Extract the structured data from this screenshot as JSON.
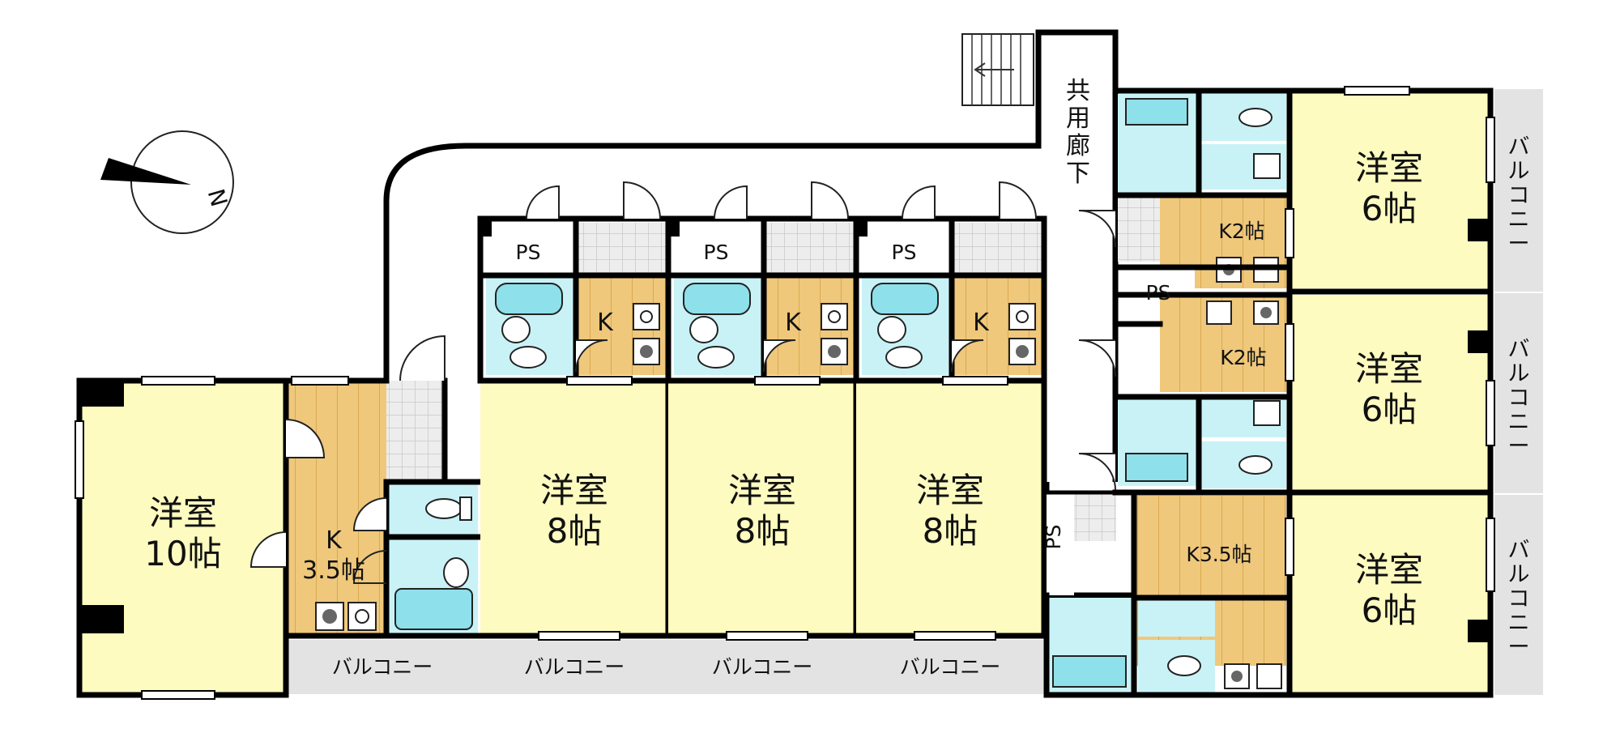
{
  "compass": {
    "label": "N"
  },
  "corridor": {
    "chars": [
      "共",
      "用",
      "廊",
      "下"
    ]
  },
  "rooms": {
    "u1": {
      "l1": "洋室",
      "l2": "10帖"
    },
    "u1k": {
      "l1": "K",
      "l2": "3.5帖"
    },
    "u2": {
      "l1": "洋室",
      "l2": "8帖"
    },
    "u3": {
      "l1": "洋室",
      "l2": "8帖"
    },
    "u4": {
      "l1": "洋室",
      "l2": "8帖"
    },
    "k2": "K",
    "k3": "K",
    "k4": "K",
    "ps2": "PS",
    "ps3": "PS",
    "ps4": "PS",
    "r1": {
      "l1": "洋室",
      "l2": "6帖"
    },
    "r2": {
      "l1": "洋室",
      "l2": "6帖"
    },
    "r3": {
      "l1": "洋室",
      "l2": "6帖"
    },
    "rk1": "K2帖",
    "rk2": "K2帖",
    "rk3": "K3.5帖",
    "rps": "PS",
    "vps": "PS"
  },
  "balcony": {
    "b1": "バルコニー",
    "b2": "バルコニー",
    "b3": "バルコニー",
    "b4": "バルコニー",
    "v1": [
      "バ",
      "ル",
      "コ",
      "ニ",
      "ー"
    ],
    "v2": [
      "バ",
      "ル",
      "コ",
      "ニ",
      "ー"
    ],
    "v3": [
      "バ",
      "ル",
      "コ",
      "ニ",
      "ー"
    ]
  },
  "colors": {
    "room": "#fdfbc0",
    "kitchen": "#efc87c",
    "bath": "#c9f2f6",
    "tub": "#8ee0ea",
    "tile": "#e9e9e9",
    "balcony": "#e3e3e3",
    "wall": "#000000"
  }
}
